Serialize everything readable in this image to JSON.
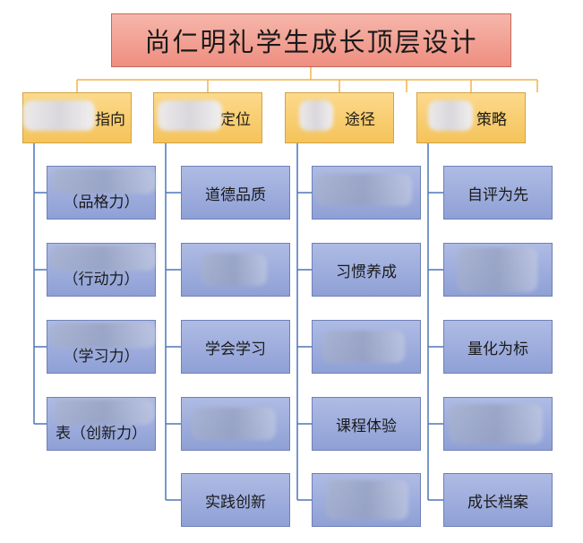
{
  "title": "尚仁明礼学生成长顶层设计",
  "headers": [
    "指向",
    "定位",
    "途径",
    "策略"
  ],
  "col1": [
    "（品格力）",
    "（行动力）",
    "（学习力）",
    "表（创新力）"
  ],
  "col2": [
    "道德品质",
    "",
    "学会学习",
    "",
    "实践创新"
  ],
  "col3": [
    "",
    "习惯养成",
    "",
    "课程体验",
    ""
  ],
  "col4": [
    "自评为先",
    "",
    "量化为标",
    "",
    "成长档案"
  ],
  "colors": {
    "title_fill": "#f0968a",
    "header_fill": "#f8cb6c",
    "item_fill": "#9eaedd",
    "line": "#4e76b8",
    "title_line": "#f2b24a"
  }
}
